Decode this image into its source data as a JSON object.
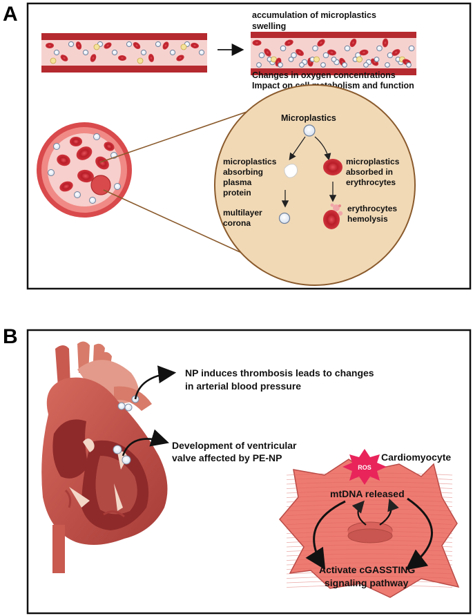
{
  "panel_a": {
    "letter": "A",
    "top_text": [
      "accumulation of microplastics",
      "swelling"
    ],
    "bottom_text": [
      "Changes in oxygen concentrations",
      "Impact on cell metabolism and function"
    ],
    "circle": {
      "title": "Microplastics",
      "left_label": [
        "microplastics",
        "absorbing",
        "plasma",
        "protein"
      ],
      "right_label": [
        "microplastics",
        "absorbed in",
        "erythrocytes"
      ],
      "left_bottom": [
        "multilayer",
        "corona"
      ],
      "right_bottom": [
        "erythrocytes",
        "hemolysis"
      ]
    }
  },
  "panel_b": {
    "letter": "B",
    "np_label": [
      "NP induces thrombosis leads to changes",
      "in arterial blood pressure"
    ],
    "valve_label": [
      "Development of ventricular",
      "valve affected by PE-NP"
    ],
    "cell_label": "Cardiomyocyte",
    "ros": "ROS",
    "mtdna": "mtDNA released",
    "pathway": [
      "Activate cGASSTING",
      "signaling pathway"
    ]
  },
  "colors": {
    "vessel_wall": "#b52a2f",
    "plasma": "#f6d2cf",
    "rbc": "#c8202a",
    "zoom_circle": "#f1d9b6",
    "zoom_line": "#8a5a2c",
    "heart": "#c2504a",
    "cell": "#ee7b72",
    "ros": "#e8245b"
  }
}
